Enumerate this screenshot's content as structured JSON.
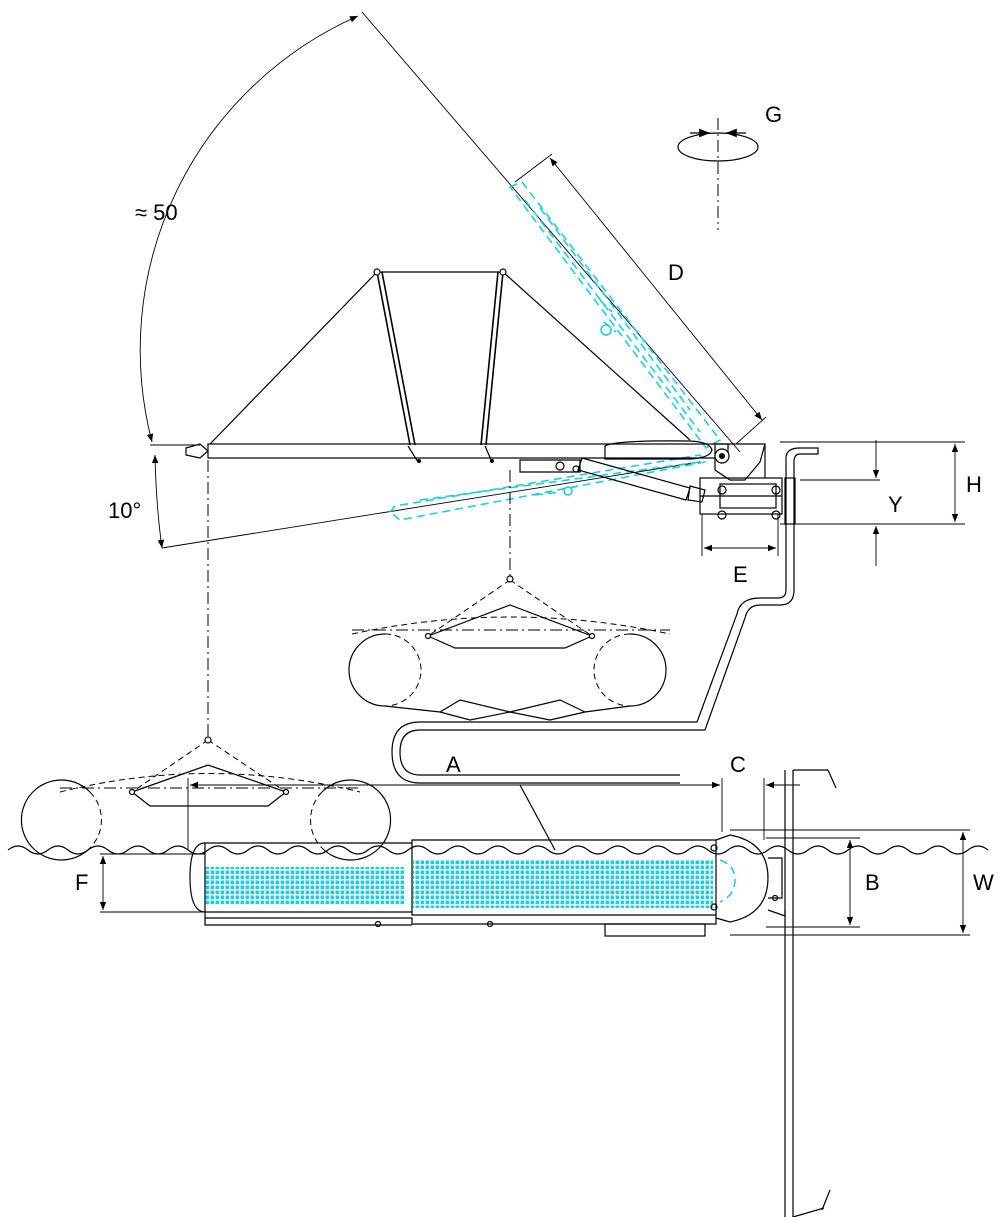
{
  "labels": {
    "angle_top": "≈ 50",
    "angle_bottom": "10°",
    "rotation": "G",
    "length_d": "D",
    "length_e": "E",
    "height_h": "H",
    "height_y": "Y",
    "length_a": "A",
    "length_b": "B",
    "length_c": "C",
    "length_f": "F",
    "length_w": "W"
  },
  "colors": {
    "line": "#000000",
    "highlight": "#1ecde0",
    "background": "#ffffff"
  },
  "icons": {
    "rotation_symbol": "rotation-arrow-icon"
  }
}
